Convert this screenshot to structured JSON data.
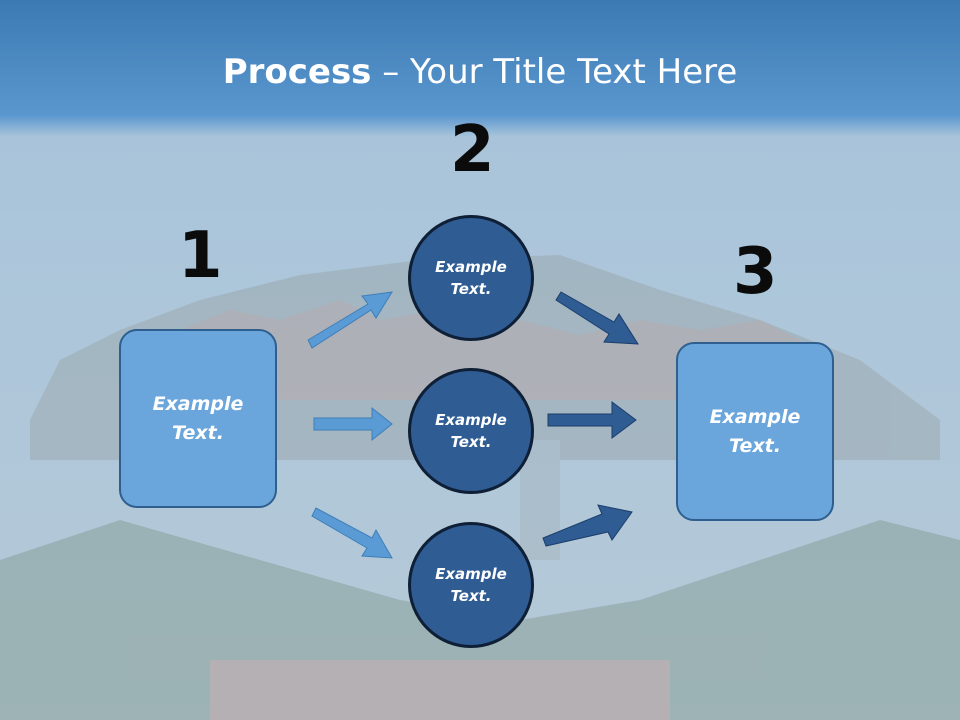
{
  "slide": {
    "title_bold": "Process",
    "title_rest": " – Your Title Text Here",
    "step1_number": "1",
    "step2_number": "2",
    "step3_number": "3",
    "left_box_text": "Example Text.",
    "right_box_text": "Example Text.",
    "circles": [
      {
        "text": "Example Text."
      },
      {
        "text": "Example Text."
      },
      {
        "text": "Example Text."
      }
    ]
  },
  "colors": {
    "sky_top": "#3f7fb8",
    "box_fill": "#6aa6dc",
    "circle_fill": "#2e5c93",
    "arrow_light": "#5b9bd5",
    "arrow_dark": "#2e5c93"
  }
}
